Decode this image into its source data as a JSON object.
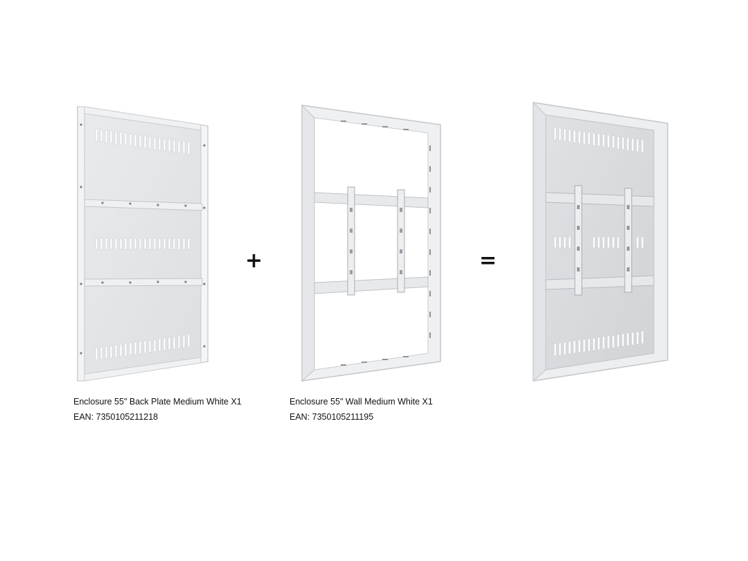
{
  "products": [
    {
      "title": "Enclosure 55\" Back Plate Medium White X1",
      "ean": "EAN: 7350105211218"
    },
    {
      "title": "Enclosure 55\" Wall Medium White X1",
      "ean": "EAN: 7350105211195"
    }
  ],
  "operators": {
    "plus": "+",
    "equals": "="
  },
  "colors": {
    "panel": "#e2e4e6",
    "panel_edge": "#c6c9cc",
    "frame": "#eceef0",
    "vent": "#ffffff",
    "text": "#111111"
  }
}
